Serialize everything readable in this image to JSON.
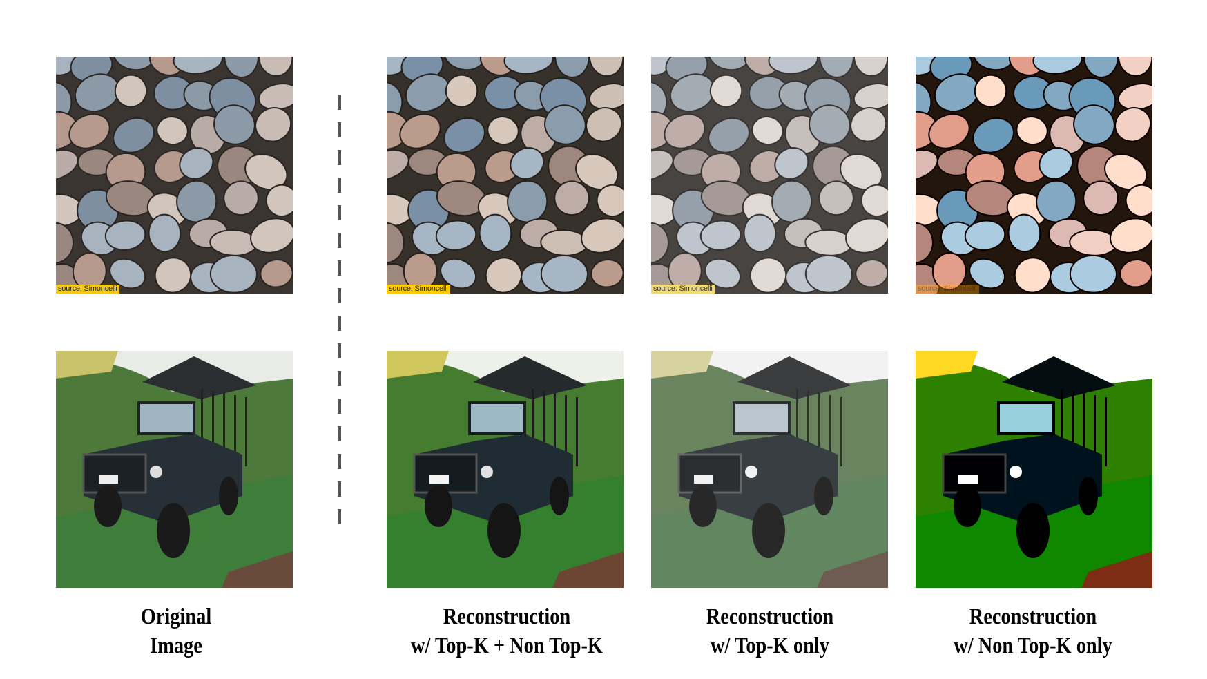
{
  "figure": {
    "source_label": "source: Simoncelli",
    "columns": [
      {
        "caption_line1": "Original",
        "caption_line2": "Image"
      },
      {
        "caption_line1": "Reconstruction",
        "caption_line2": "w/ Top-K + Non Top-K"
      },
      {
        "caption_line1": "Reconstruction",
        "caption_line2": "w/ Top-K only"
      },
      {
        "caption_line1": "Reconstruction",
        "caption_line2": "w/ Non Top-K only"
      }
    ],
    "rows": [
      "pebbles",
      "safari-jeep"
    ]
  }
}
